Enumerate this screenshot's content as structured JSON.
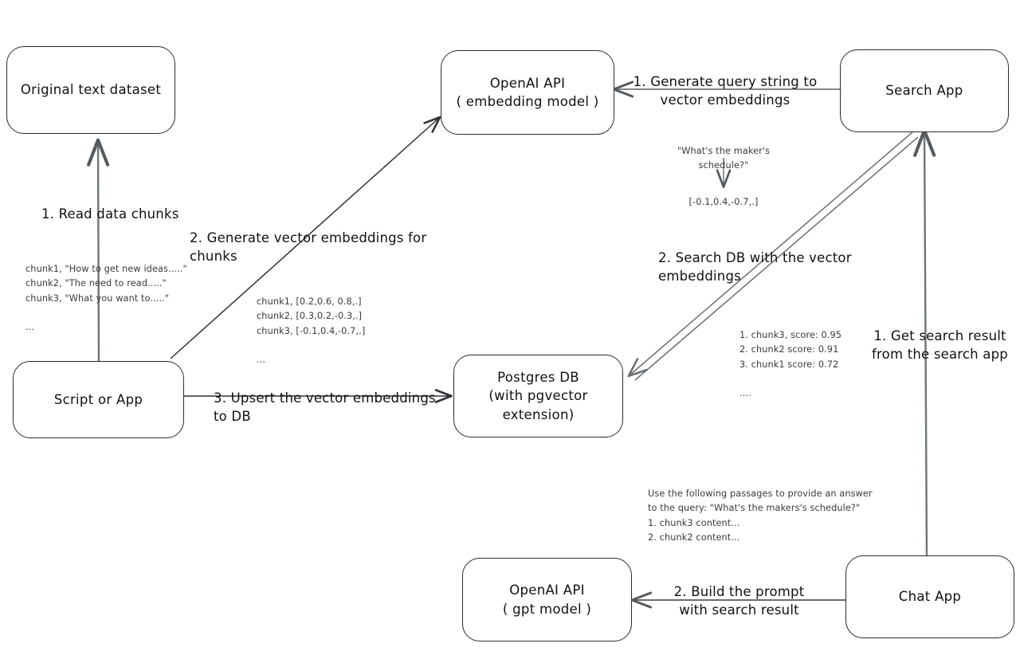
{
  "diagram": {
    "title": "Vector embeddings RAG pipeline",
    "background_color": "#ffffff",
    "stroke_color": "#2b2b2b",
    "text_color": "#111111",
    "note_color": "#3a3a3a"
  },
  "nodes": {
    "original_dataset": {
      "line1": "Original text dataset",
      "line2": ""
    },
    "script_or_app": {
      "line1": "Script or App",
      "line2": ""
    },
    "openai_embedding": {
      "line1": "OpenAI API",
      "line2": "( embedding model )"
    },
    "postgres_db": {
      "line1": "Postgres DB",
      "line2": "(with pgvector extension)"
    },
    "search_app": {
      "line1": "Search App",
      "line2": ""
    },
    "openai_gpt": {
      "line1": "OpenAI API",
      "line2": "( gpt model )"
    },
    "chat_app": {
      "line1": "Chat App",
      "line2": ""
    }
  },
  "edge_labels": {
    "read_data_chunks": "1. Read data chunks",
    "generate_vector_embeddings": "2. Generate vector embeddings for chunks",
    "upsert_to_db": "3. Upsert the vector embeddings  to DB",
    "generate_query_embeddings_l1": "1. Generate query string to vector",
    "generate_query_embeddings_l2": "embeddings",
    "search_db": "2. Search DB with the vector embeddings",
    "get_search_result_l1": "1. Get search result",
    "get_search_result_l2": "from the search app",
    "build_prompt_l1": "2. Build the prompt with",
    "build_prompt_l2": "search result"
  },
  "notes": {
    "raw_chunks": "chunk1, \"How to get new ideas.....\"\nchunk2, \"The need to read.....\"\nchunk3, \"What you want to.....\"\n\n...",
    "chunk_embeddings": "chunk1, [0.2,0.6, 0.8,.]\nchunk2, [0.3,0.2,-0.3,.]\nchunk3, [-0.1,0.4,-0.7,.]\n\n...",
    "query_string": "\"What's the maker's schedule?\"",
    "query_embedding": "[-0.1,0.4,-0.7,.]",
    "search_results": "1. chunk3, score: 0.95\n2. chunk2 score: 0.91\n3. chunk1 score: 0.72\n\n....",
    "prompt_text": "Use the following passages to provide an answer\nto the query: \"What's the makers's schedule?\"\n1. chunk3 content...\n2. chunk2 content..."
  }
}
